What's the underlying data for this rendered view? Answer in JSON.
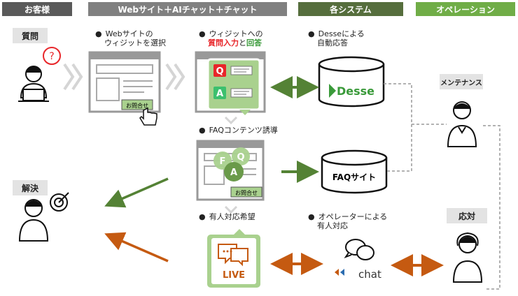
{
  "headers": {
    "customer": "お客様",
    "channel": "Webサイト＋AIチャット＋チャット",
    "systems": "各システム",
    "operation": "オペレーション"
  },
  "colors": {
    "customer": "#5a5a5a",
    "channel": "#808080",
    "systems": "#566e3d",
    "operation": "#70ad47",
    "green_arrow": "#548235",
    "orange_arrow": "#c55a11",
    "qa_box": "#a9d18e"
  },
  "customer": {
    "question": "質問",
    "resolution": "解決"
  },
  "notes": {
    "select_widget_1": "Webサイトの",
    "select_widget_2": "ウィジットを選択",
    "widget_to": "ウィジットへの",
    "question_input": "質問入力",
    "and": "と",
    "answer": "回答",
    "faq_guide": "FAQコンテンツ誘導",
    "human_request": "有人対応希望",
    "desse_auto_1": "Desseによる",
    "desse_auto_2": "自動応答",
    "operator_1": "オペレーターによる",
    "operator_2": "有人対応"
  },
  "widgets": {
    "contact_button": "お問合せ",
    "q_letter": "Q",
    "a_letter": "A",
    "f_letter": "F",
    "live_label": "LIVE"
  },
  "systems": {
    "desse_logo": "Desse",
    "faq_site": "FAQサイト",
    "chat_logo": "chat"
  },
  "operation": {
    "maintenance": "メンテナンス",
    "response": "応対"
  },
  "icons": [
    "question-mark-icon",
    "chevron-right-icon",
    "pointer-hand-icon",
    "chat-bubbles-icon",
    "target-icon",
    "person-icon"
  ]
}
